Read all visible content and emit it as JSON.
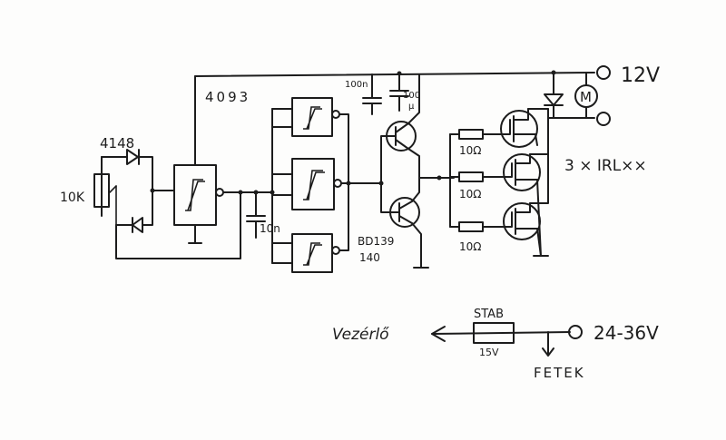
{
  "labels": {
    "supply_top": "12V",
    "ic_name": "4093",
    "cap_top1": "100n",
    "cap_top2": "100",
    "cap_top2_unit": "μ",
    "diode": "4148",
    "pot": "10K",
    "cap_mid": "10n",
    "transistors_1": "BD139",
    "transistors_2": "140",
    "resistor_1": "10Ω",
    "resistor_2": "10Ω",
    "resistor_3": "10Ω",
    "mosfets": "3 × IRL××",
    "motor": "M",
    "controller": "Vezérlő",
    "regulator_top": "STAB",
    "regulator_bottom": "15V",
    "supply_bottom": "24-36V",
    "fets": "FETEK"
  }
}
